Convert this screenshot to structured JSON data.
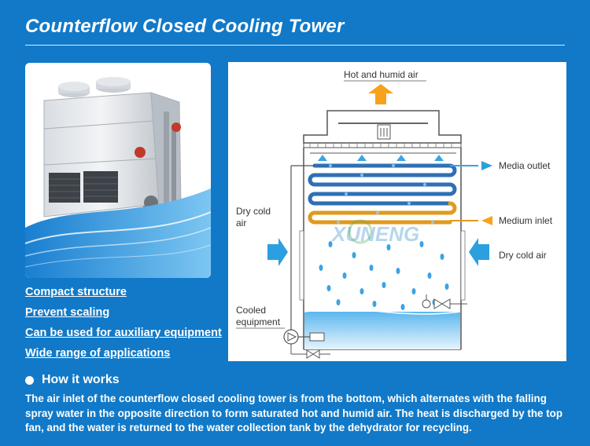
{
  "title": "Counterflow Closed Cooling Tower",
  "features": [
    "Compact structure",
    "Prevent scaling",
    "Can be used for auxiliary  equipment",
    "Wide range of applications"
  ],
  "diagram": {
    "labels": {
      "top": "Hot and humid air",
      "media_outlet": "Media outlet",
      "medium_inlet": "Medium inlet",
      "dry_left_1": "Dry cold",
      "dry_left_2": "air",
      "dry_right": "Dry cold air",
      "cooled_1": "Cooled",
      "cooled_2": "equipment"
    },
    "watermark": "XUNENG",
    "colors": {
      "arrow_orange": "#f7a21b",
      "arrow_blue": "#2b9fe0",
      "coil": "#2f6fb5",
      "water": "#3aa4e6"
    }
  },
  "how": {
    "heading": "How it works",
    "text": "The air inlet of the counterflow closed cooling tower is from the bottom, which alternates with the falling spray water in the opposite direction to form saturated hot and humid air. The heat is discharged by the top fan, and the water is returned to the water collection tank by the dehydrator for recycling."
  }
}
